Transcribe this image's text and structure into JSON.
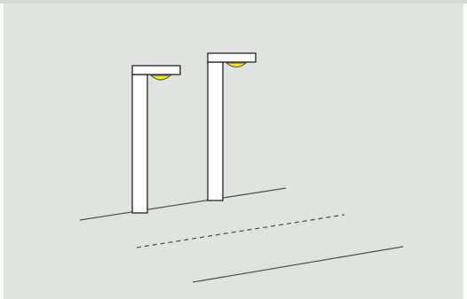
{
  "scene": {
    "background_color": "#dfe4de",
    "pole_fill": "#ffffff",
    "outline_color": "#222222",
    "lamp_color": "#f2e21a",
    "line_color": "#555555",
    "objects": [
      "street-lamp",
      "street-lamp",
      "curb-line",
      "dashed-lane-line",
      "road-edge-line"
    ]
  }
}
